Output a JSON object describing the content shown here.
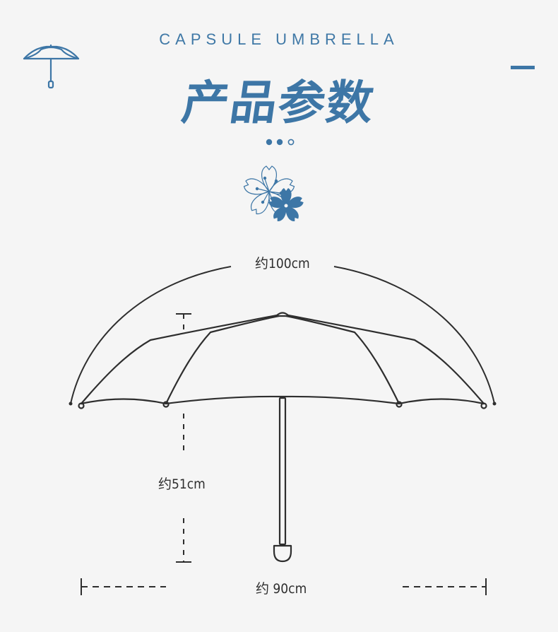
{
  "header": {
    "subtitle": "CAPSULE UMBRELLA",
    "title": "产品参数"
  },
  "dimensions": {
    "arc_length": "约100cm",
    "height": "约51cm",
    "width": "约 90cm"
  },
  "colors": {
    "accent": "#3d76a6",
    "line": "#2e2e2e",
    "background": "#f5f5f5"
  },
  "icons": {
    "top_left": "umbrella-icon",
    "top_right": "dash-icon",
    "decor": "cherry-blossom-icon"
  }
}
